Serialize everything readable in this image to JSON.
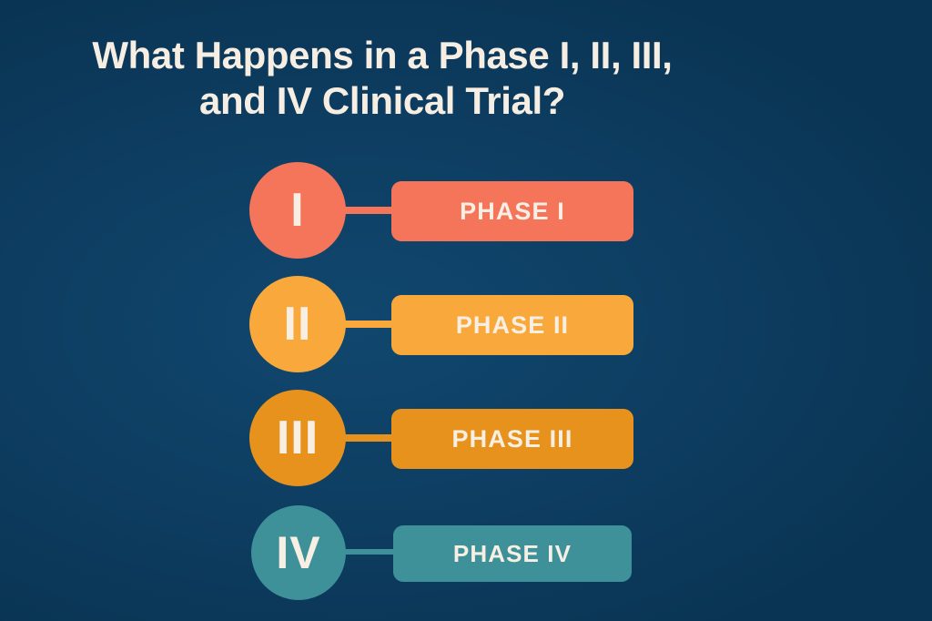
{
  "background_color": "#0c3c60",
  "text_color": "#f7efe3",
  "title": {
    "full": "What Happens in a Phase I, II, III, and IV Clinical Trial?",
    "line1": "What Happens in a Phase I, II, III,",
    "line2": "and IV Clinical Trial?"
  },
  "phases": [
    {
      "numeral": "I",
      "label": "PHASE I",
      "color": "#f4755a"
    },
    {
      "numeral": "II",
      "label": "PHASE II",
      "color": "#f9a93c"
    },
    {
      "numeral": "III",
      "label": "PHASE III",
      "color": "#e8921e"
    },
    {
      "numeral": "IV",
      "label": "PHASE IV",
      "color": "#3e9198"
    }
  ]
}
